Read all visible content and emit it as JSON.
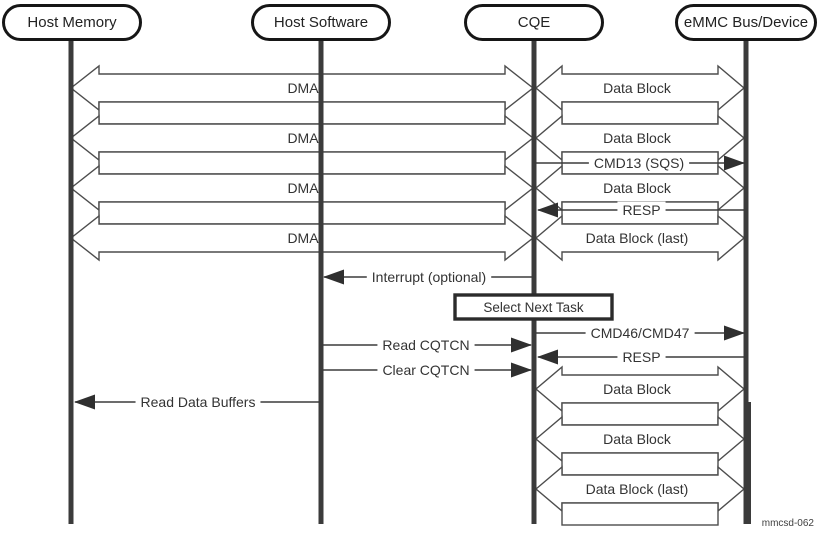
{
  "figure": {
    "caption": "mmcsd-062"
  },
  "actors": [
    {
      "name": "host-memory",
      "label": "Host Memory"
    },
    {
      "name": "host-software",
      "label": "Host Software"
    },
    {
      "name": "cqe",
      "label": "CQE"
    },
    {
      "name": "emmc-bus-device",
      "label": "eMMC Bus/Device"
    }
  ],
  "left_transfers": [
    {
      "kind": "arrow",
      "label": "DMA",
      "between": "Host Memory and CQE"
    },
    {
      "kind": "bar",
      "label": ""
    },
    {
      "kind": "arrow",
      "label": "DMA",
      "between": "Host Memory and CQE"
    },
    {
      "kind": "bar",
      "label": ""
    },
    {
      "kind": "arrow",
      "label": "DMA",
      "between": "Host Memory and CQE"
    },
    {
      "kind": "bar",
      "label": ""
    },
    {
      "kind": "arrow",
      "label": "DMA",
      "between": "Host Memory and CQE"
    }
  ],
  "right_transfers_top": [
    {
      "kind": "arrow",
      "label": "Data Block",
      "between": "CQE and eMMC Bus/Device"
    },
    {
      "kind": "bar",
      "label": ""
    },
    {
      "kind": "arrow",
      "label": "Data Block",
      "between": "CQE and eMMC Bus/Device"
    },
    {
      "kind": "bar",
      "label": ""
    },
    {
      "kind": "arrow",
      "label": "Data Block",
      "between": "CQE and eMMC Bus/Device"
    },
    {
      "kind": "bar",
      "label": ""
    },
    {
      "kind": "arrow",
      "label": "Data Block (last)",
      "between": "CQE and eMMC Bus/Device"
    }
  ],
  "right_transfers_bottom": [
    {
      "kind": "arrow",
      "label": "Data Block",
      "between": "CQE and eMMC Bus/Device"
    },
    {
      "kind": "bar",
      "label": ""
    },
    {
      "kind": "arrow",
      "label": "Data Block",
      "between": "CQE and eMMC Bus/Device"
    },
    {
      "kind": "bar",
      "label": ""
    },
    {
      "kind": "arrow",
      "label": "Data Block (last)",
      "between": "CQE and eMMC Bus/Device"
    },
    {
      "kind": "bar",
      "label": ""
    }
  ],
  "messages": [
    {
      "name": "cmd13-sqs",
      "label": "CMD13 (SQS)",
      "from": "CQE",
      "to": "eMMC Bus/Device"
    },
    {
      "name": "resp-1",
      "label": "RESP",
      "from": "eMMC Bus/Device",
      "to": "CQE"
    },
    {
      "name": "interrupt-optional",
      "label": "Interrupt (optional)",
      "from": "CQE",
      "to": "Host Software"
    },
    {
      "name": "cmd46-cmd47",
      "label": "CMD46/CMD47",
      "from": "CQE",
      "to": "eMMC Bus/Device"
    },
    {
      "name": "read-cqtcn",
      "label": "Read CQTCN",
      "from": "Host Software",
      "to": "CQE"
    },
    {
      "name": "resp-2",
      "label": "RESP",
      "from": "eMMC Bus/Device",
      "to": "CQE"
    },
    {
      "name": "clear-cqtcn",
      "label": "Clear CQTCN",
      "from": "Host Software",
      "to": "CQE"
    },
    {
      "name": "read-data-buffers",
      "label": "Read Data Buffers",
      "from": "Host Software",
      "to": "Host Memory"
    }
  ],
  "note_box": {
    "label": "Select Next Task"
  }
}
